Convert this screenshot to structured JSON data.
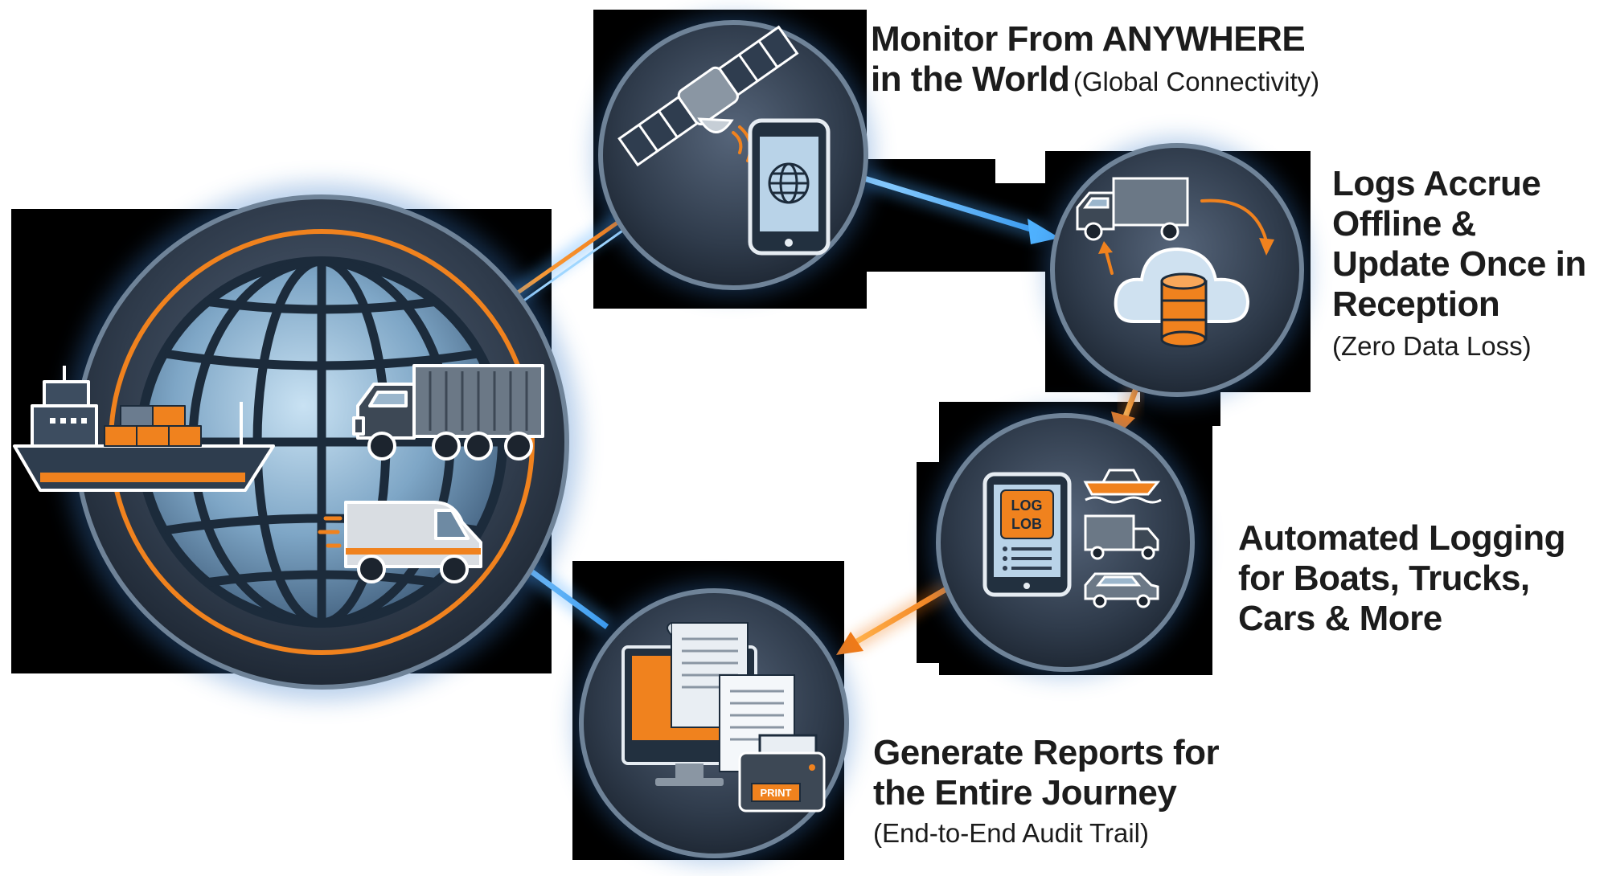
{
  "steps": {
    "monitor": {
      "title_line1": "Monitor From ANYWHERE",
      "title_line2": "in the World",
      "subtitle": "(Global Connectivity)"
    },
    "logs": {
      "title_line1": "Logs Accrue",
      "title_line2": "Offline &",
      "title_line3": "Update Once in",
      "title_line4": "Reception",
      "subtitle": "(Zero Data Loss)"
    },
    "automated": {
      "title_line1": "Automated Logging",
      "title_line2": "for Boats, Trucks,",
      "title_line3": "Cars & More"
    },
    "reports": {
      "title_line1": "Generate Reports for",
      "title_line2": "the Entire Journey",
      "subtitle": "(End-to-End Audit Trail)"
    }
  },
  "icons": {
    "tablet_text_line1": "LOG",
    "tablet_text_line2": "LOB",
    "printer_label": "PRINT"
  },
  "colors": {
    "accent_orange": "#f0821e",
    "glow_blue": "#5fb4ff",
    "circle_fill": "#2f3c4c",
    "background_black": "#000000"
  }
}
